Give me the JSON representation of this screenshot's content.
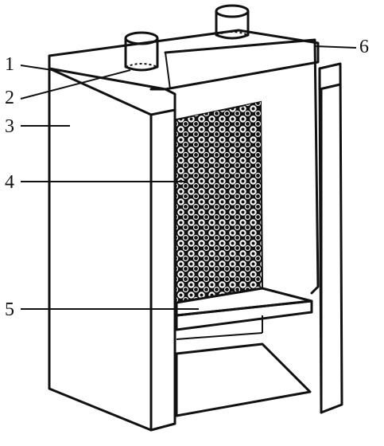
{
  "labels": {
    "l1": "1",
    "l2": "2",
    "l3": "3",
    "l4": "4",
    "l5": "5",
    "l6": "6"
  },
  "colors": {
    "ink": "#111111",
    "paper": "#ffffff"
  }
}
